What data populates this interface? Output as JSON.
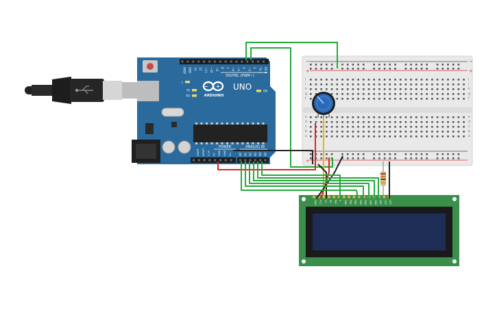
{
  "arduino": {
    "brand": "ARDUINO",
    "model": "UNO",
    "digital_label": "DIGITAL (PWM~)",
    "power_label": "POWER",
    "analog_label": "ANALOG IN",
    "led_l": "L",
    "led_tx": "TX",
    "led_rx": "RX",
    "led_on": "ON",
    "digital_pins": [
      "AREF",
      "GND",
      "13",
      "12",
      "~11",
      "~10",
      "~9",
      "8",
      "7",
      "~6",
      "~5",
      "4",
      "~3",
      "2",
      "TX 1",
      "RX 0"
    ],
    "power_pins": [
      "IOREF",
      "RESET",
      "3.3V",
      "5V",
      "GND",
      "GND",
      "Vin"
    ],
    "analog_pins": [
      "A0",
      "A1",
      "A2",
      "A3",
      "A4",
      "A5"
    ]
  },
  "breadboard": {
    "row_letters_top": [
      "j",
      "i",
      "h",
      "g",
      "f"
    ],
    "row_letters_bottom": [
      "e",
      "d",
      "c",
      "b",
      "a"
    ]
  },
  "lcd": {
    "pin_labels": [
      "GND",
      "VCC",
      "V0",
      "RS",
      "RW",
      "E",
      "DB0",
      "DB1",
      "DB2",
      "DB3",
      "DB4",
      "DB5",
      "DB6",
      "DB7",
      "LED",
      "LED"
    ]
  },
  "colors": {
    "arduino_board": "#2a6a9c",
    "breadboard": "#e9e9e9",
    "lcd_board": "#3a8f4a",
    "lcd_screen": "#1e2d56",
    "wire_green": "#22a83a",
    "wire_red": "#e0221d",
    "wire_black": "#222222",
    "wire_yellow": "#e8b800",
    "potentiometer": "#2a6ab8"
  }
}
